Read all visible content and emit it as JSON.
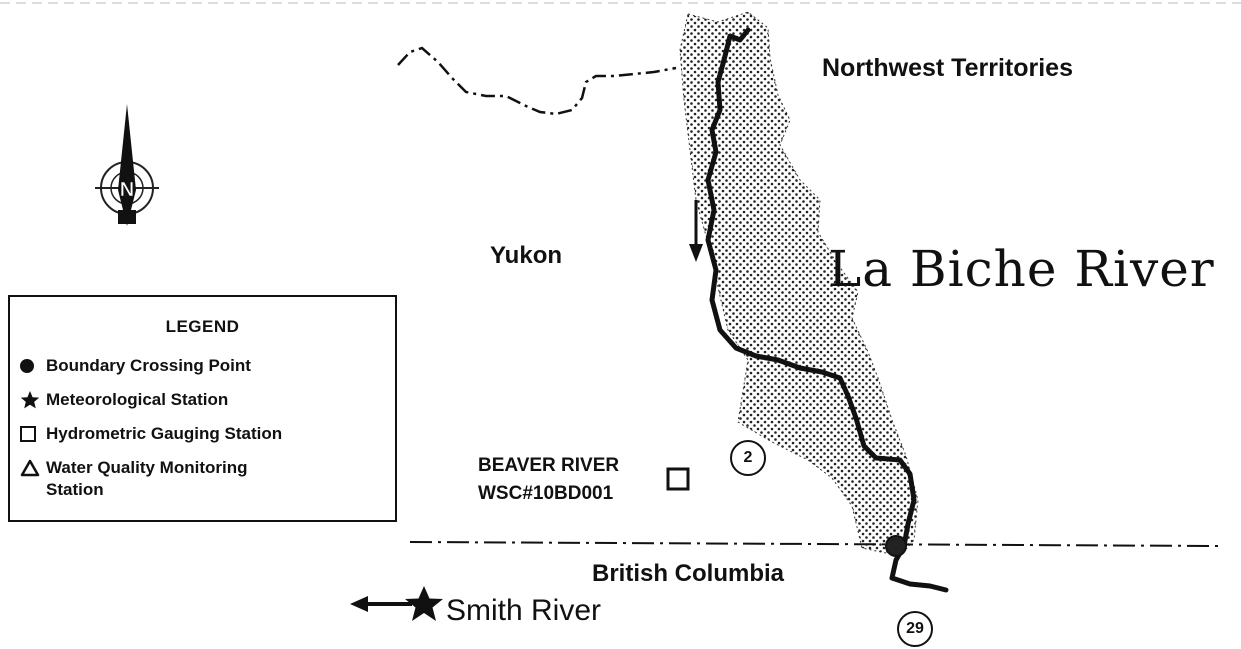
{
  "map": {
    "regions": {
      "northwest_territories": "Northwest Territories",
      "yukon": "Yukon",
      "british_columbia": "British Columbia"
    },
    "river_title": "La Biche River",
    "station": {
      "name": "BEAVER RIVER",
      "id": "WSC#10BD001"
    },
    "smith_river": "Smith River",
    "highways": [
      "2",
      "29"
    ],
    "north_letter": "N"
  },
  "legend": {
    "title": "LEGEND",
    "items": [
      {
        "symbol": "filled-circle",
        "label": "Boundary Crossing Point"
      },
      {
        "symbol": "star",
        "label": "Meteorological Station"
      },
      {
        "symbol": "square",
        "label": "Hydrometric Gauging Station"
      },
      {
        "symbol": "triangle",
        "label": "Water Quality Monitoring",
        "label2": "Station"
      }
    ]
  }
}
